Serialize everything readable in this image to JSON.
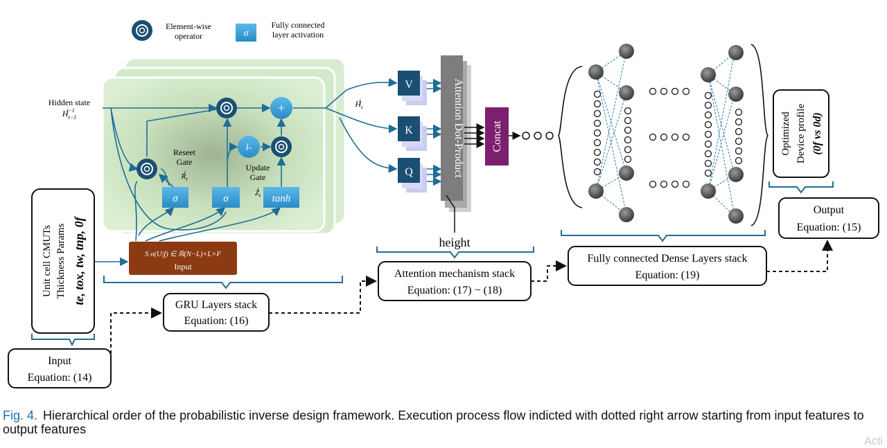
{
  "legend": {
    "element_wise": "Element-wise\noperator",
    "fc_activation": "Fully connected\nlayer activation",
    "sigma": "σ"
  },
  "gru": {
    "hidden_state_label": "Hidden state",
    "hidden_state_symbol": "H",
    "reset_gate": "Reseet\nGate",
    "reset_symbol": "R",
    "update_gate": "Update\nGate",
    "update_symbol": "Z",
    "one_minus": "l-",
    "plus": "+",
    "tanh": "tanh",
    "sigma": "σ",
    "ht_symbol": "H"
  },
  "input_box": {
    "formula": "S o(U|f) ∈ ℝ(N−L)×L×F",
    "label": "Input"
  },
  "input_params": {
    "line1": "Unit cell CMUTs",
    "line2": "Thickness Params",
    "line3": "te, tox, tw, tnp, 0f"
  },
  "attention": {
    "v": "V",
    "k": "K",
    "q": "Q",
    "dot_product": "Attention Dot-Product",
    "concat": "Concat",
    "height": "height"
  },
  "output_profile": {
    "line1": "Optimized",
    "line2": "Device profile",
    "line3": "(0f vs 0d)"
  },
  "boxes": {
    "input": {
      "title": "Input",
      "eq": "Equation: (14)"
    },
    "gru": {
      "title": "GRU Layers stack",
      "eq": "Equation: (16)"
    },
    "attention": {
      "title": "Attention mechanism stack",
      "eq": "Equation: (17) − (18)"
    },
    "dense": {
      "title": "Fully connected Dense Layers stack",
      "eq": "Equation: (19)"
    },
    "output": {
      "title": "Output",
      "eq": "Equation: (15)"
    }
  },
  "caption": {
    "fig": "Fig. 4.",
    "text": "Hierarchical order of the probabilistic inverse design framework. Execution process flow indicted with dotted right arrow starting from input features to output features"
  },
  "watermark": "Acti",
  "colors": {
    "gate_blue": "#3aa0d8",
    "node_navy": "#1b4f72",
    "panel_green": "#cfe6c4",
    "input_brown": "#8b3a12",
    "concat_purple": "#7b1f6e",
    "arrow_teal": "#2a7fa8",
    "caption_blue": "#1a6fa8"
  }
}
